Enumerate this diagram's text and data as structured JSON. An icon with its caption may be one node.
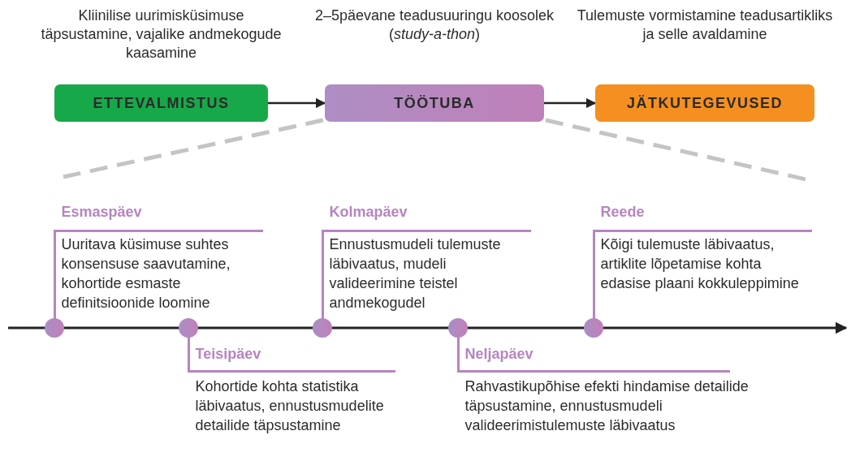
{
  "diagram": {
    "nodes": [
      {
        "text": [
          "ETTEVALMISTUS"
        ],
        "beside": [
          "Kliinilise uurimisküsimuse täpsustamine, vajalike andmekogude kaasamine"
        ]
      },
      {
        "text": [
          "TÖÖTUBA"
        ],
        "beside": [
          "2–5päevane teadusuuringu koosolek (*study-a-thon*)"
        ]
      },
      {
        "text": [
          "JÄTKUTEGEVUSED"
        ],
        "beside": [
          "Tulemuste vormistamine teadusartikliks ja selle avaldamine"
        ]
      },
      {
        "text": [
          "Esmaspäev",
          "Uuritava küsimuse suhtes konsensuse saavutamine, kohortide esmaste definitsioonide loomine"
        ]
      },
      {
        "text": [
          "Teisipäev",
          "Kohortide kohta statistika läbivaatus, ennustusmudelite detailide täpsustamine"
        ]
      },
      {
        "text": [
          "Kolmapäev",
          "Ennustusmudeli tulemuste läbivaatus, mudeli valideerimine teistel andmekogudel"
        ]
      },
      {
        "text": [
          "Neljapäev",
          "Rahvastikupõhise efekti hindamise detailide täpsustamine, ennustusmudeli valideerimistulemuste läbivaatus"
        ]
      },
      {
        "text": [
          "Reede",
          "Kõigi tulemuste läbivaatus, artiklite lõpetamise kohta edasise plaani kokkuleppimine"
        ]
      }
    ],
    "edges": [
      {
        "from": 0,
        "to": 1,
        "arrow": "to"
      },
      {
        "from": 1,
        "to": 2,
        "arrow": "to"
      }
    ]
  }
}
